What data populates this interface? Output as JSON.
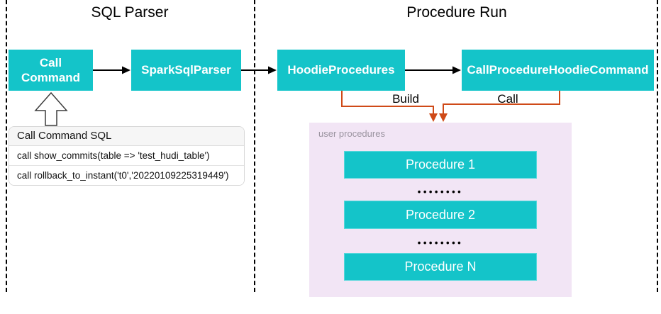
{
  "sections": {
    "sql_parser": {
      "title": "SQL Parser"
    },
    "procedure_run": {
      "title": "Procedure Run"
    }
  },
  "nodes": {
    "call_command": "Call Command",
    "spark_sql_parser": "SparkSqlParser",
    "hoodie_procedures": "HoodieProcedures",
    "call_procedure_hoodie_command": "CallProcedureHoodieCommand"
  },
  "sql_card": {
    "title": "Call Command SQL",
    "statements": [
      "call show_commits(table => 'test_hudi_table')",
      "call rollback_to_instant('t0','20220109225319449')"
    ]
  },
  "edges": {
    "build_label": "Build",
    "call_label": "Call"
  },
  "user_procedures": {
    "label": "user procedures",
    "items": [
      "Procedure 1",
      "Procedure 2",
      "Procedure N"
    ],
    "ellipsis": "••••••••"
  },
  "colors": {
    "node_fill": "#14C4C9",
    "node_text": "#ffffff",
    "procedures_panel_fill": "#F2E5F5",
    "connector_orange": "#CF4A18",
    "connector_black": "#000000"
  }
}
